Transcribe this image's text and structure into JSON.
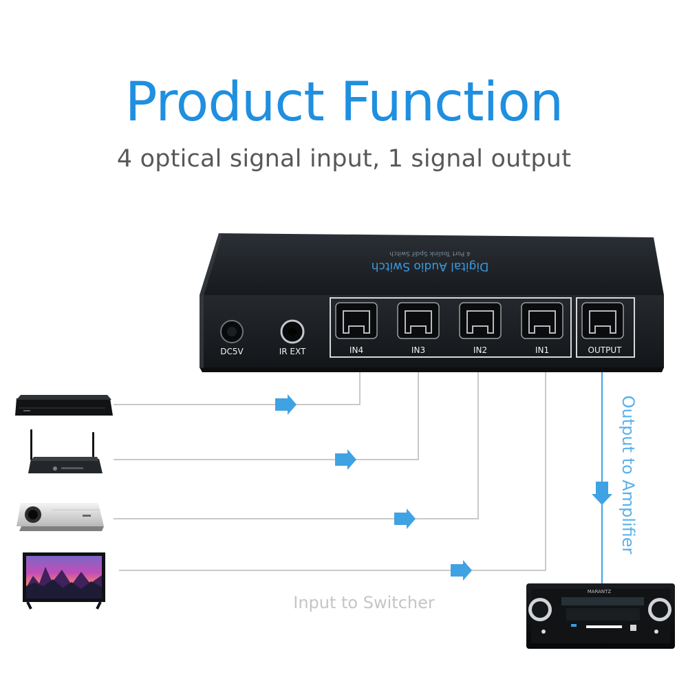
{
  "title": "Product Function",
  "subtitle": "4 optical signal input, 1 signal output",
  "device": {
    "top_label": "Digital Audio Switch",
    "top_small_label": "4 Port Toslink Spdif Switch",
    "ports": [
      {
        "label": "DC5V"
      },
      {
        "label": "IR EXT"
      },
      {
        "label": "IN4"
      },
      {
        "label": "IN3"
      },
      {
        "label": "IN2"
      },
      {
        "label": "IN1"
      },
      {
        "label": "OUTPUT"
      }
    ]
  },
  "sources": [
    {
      "icon": "blu-ray-player-icon",
      "input": "IN4"
    },
    {
      "icon": "tv-box-router-icon",
      "input": "IN3"
    },
    {
      "icon": "projector-icon",
      "input": "IN2"
    },
    {
      "icon": "television-icon",
      "input": "IN1"
    }
  ],
  "input_label": "Input to Switcher",
  "output_label": "Output to Amplifier",
  "receiver": {
    "icon": "av-receiver-icon",
    "brand": "MARANTZ"
  },
  "colors": {
    "accent": "#1f8fe0",
    "arrow": "#3fa2e3",
    "line": "#b7b7b7",
    "device_body": "#202325",
    "device_label": "#e0e0e0"
  }
}
